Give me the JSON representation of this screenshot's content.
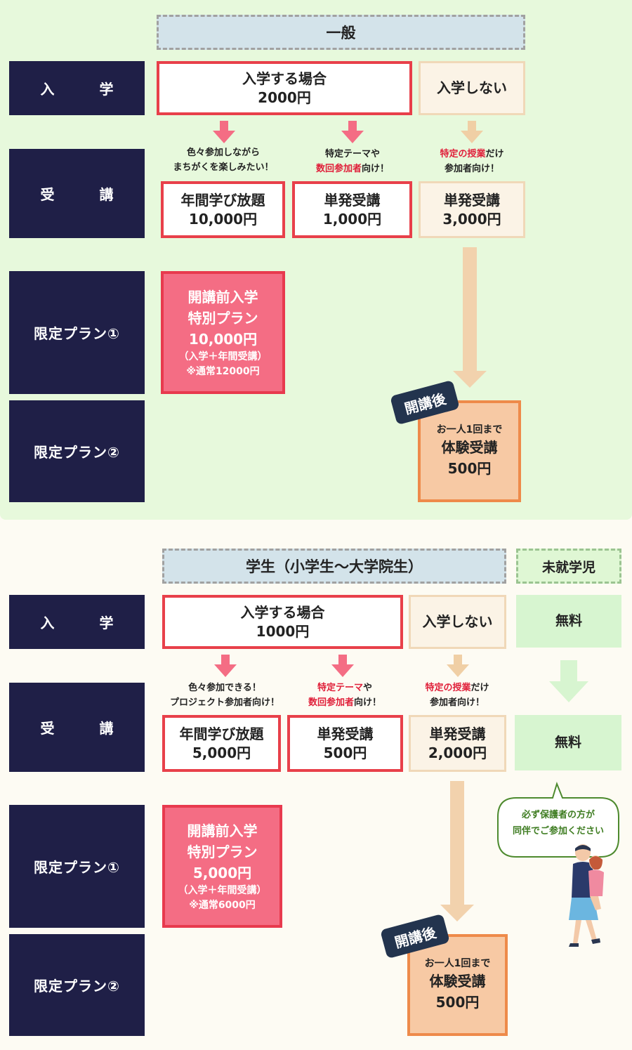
{
  "general": {
    "header": "一般",
    "labels": {
      "admission": "入　学",
      "course": "受　講",
      "plan1": "限定プラン①",
      "plan2": "限定プラン②"
    },
    "admission": {
      "enroll_title": "入学する場合",
      "enroll_price": "2000円",
      "no_enroll": "入学しない"
    },
    "notes": {
      "unlimited_1": "色々参加しながら",
      "unlimited_2": "まちがくを楽しみたい！",
      "single_1a": "特定テーマ",
      "single_1b": "や",
      "single_2a": "数回参加者",
      "single_2b": "向け！",
      "single3_1a": "特定の授業",
      "single3_1b": "だけ",
      "single3_2": "参加者向け！"
    },
    "courses": {
      "unlimited_title": "年間学び放題",
      "unlimited_price": "10,000円",
      "single_title": "単発受講",
      "single_price": "1,000円",
      "single3_title": "単発受講",
      "single3_price": "3,000円"
    },
    "plan1": {
      "line1": "開講前入学",
      "line2": "特別プラン",
      "price": "10,000円",
      "detail": "（入学＋年間受講）",
      "regular": "※通常12000円"
    },
    "badge": "開講後",
    "trial": {
      "note": "お一人1回まで",
      "title": "体験受講",
      "price": "500円"
    }
  },
  "student": {
    "header": "学生（小学生〜大学院生）",
    "preschool_header": "未就学児",
    "labels": {
      "admission": "入　学",
      "course": "受　講",
      "plan1": "限定プラン①",
      "plan2": "限定プラン②"
    },
    "admission": {
      "enroll_title": "入学する場合",
      "enroll_price": "1000円",
      "no_enroll": "入学しない",
      "preschool": "無料"
    },
    "notes": {
      "unlimited_1": "色々参加できる！",
      "unlimited_2": "プロジェクト参加者向け！",
      "single_1a": "特定テーマ",
      "single_1b": "や",
      "single_2a": "数回参加者",
      "single_2b": "向け！",
      "single3_1a": "特定の授業",
      "single3_1b": "だけ",
      "single3_2": "参加者向け！"
    },
    "courses": {
      "unlimited_title": "年間学び放題",
      "unlimited_price": "5,000円",
      "single_title": "単発受講",
      "single_price": "500円",
      "single3_title": "単発受講",
      "single3_price": "2,000円",
      "preschool": "無料"
    },
    "plan1": {
      "line1": "開講前入学",
      "line2": "特別プラン",
      "price": "5,000円",
      "detail": "（入学＋年間受講）",
      "regular": "※通常6000円"
    },
    "badge": "開講後",
    "trial": {
      "note": "お一人1回まで",
      "title": "体験受講",
      "price": "500円"
    },
    "bubble_1": "必ず保護者の方が",
    "bubble_2": "同伴でご参加ください"
  },
  "colors": {
    "navy": "#1f1f47",
    "red": "#e8404a",
    "pink": "#f46d84",
    "orange": "#ee8a4a",
    "beige": "#f0d8b8",
    "green": "#d7f5d0"
  }
}
